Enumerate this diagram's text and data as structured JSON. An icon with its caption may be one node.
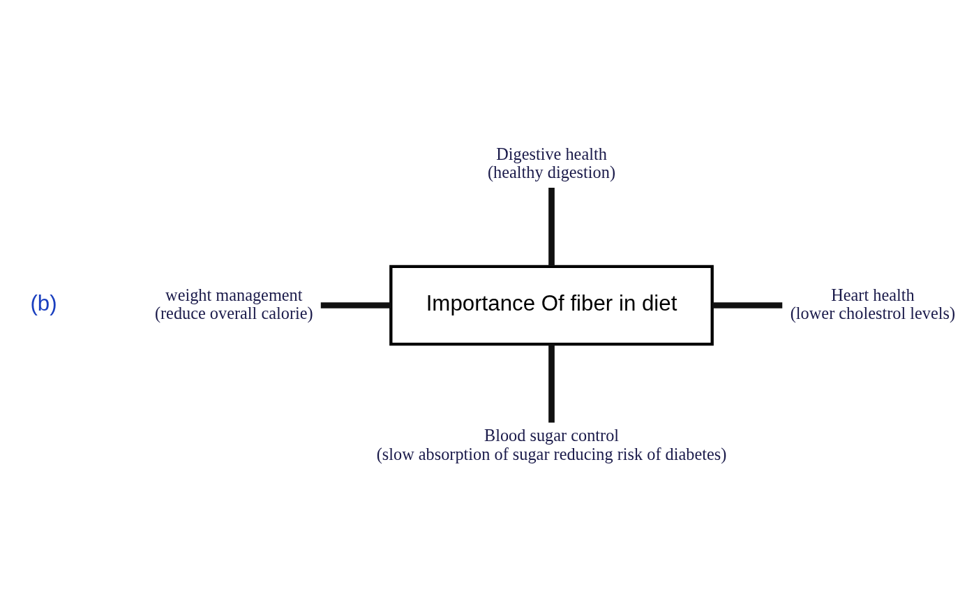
{
  "diagram": {
    "nodes": [
      {
        "text": [
          "Importance Of fiber in diet"
        ]
      },
      {
        "text": [
          "Digestive health",
          "(healthy digestion)"
        ]
      },
      {
        "text": [
          "weight management",
          "(reduce overall calorie)"
        ]
      },
      {
        "text": [
          "Heart health",
          "(lower cholestrol levels)"
        ]
      },
      {
        "text": [
          "Blood sugar control",
          "(slow absorption of sugar reducing risk of diabetes)"
        ]
      }
    ],
    "edges": [
      {
        "from": 1,
        "to": 0,
        "arrow": "none"
      },
      {
        "from": 2,
        "to": 0,
        "arrow": "none"
      },
      {
        "from": 0,
        "to": 3,
        "arrow": "none"
      },
      {
        "from": 0,
        "to": 4,
        "arrow": "none"
      }
    ],
    "labels": [
      "(b)"
    ]
  }
}
